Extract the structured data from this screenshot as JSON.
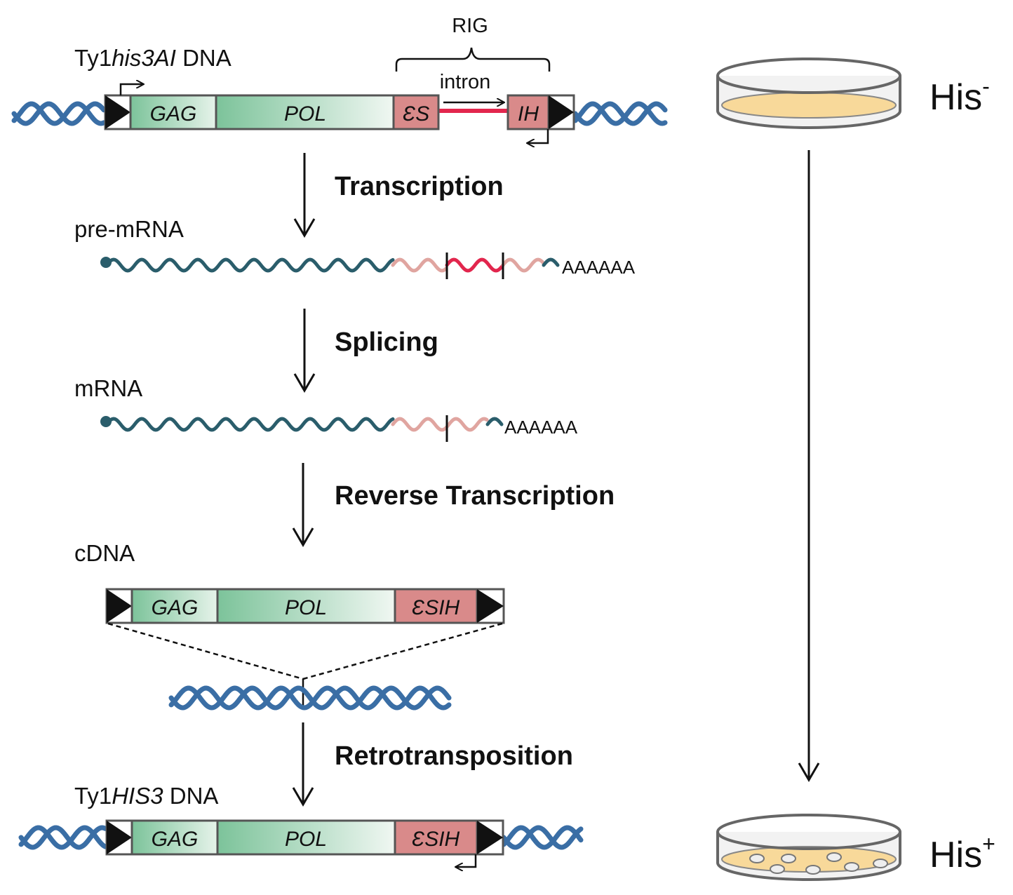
{
  "labels": {
    "top_dna_prefix": "Ty1",
    "top_dna_italic": "his3AI",
    "top_dna_suffix": " DNA",
    "rig": "RIG",
    "intron": "intron",
    "pre_mrna": "pre-mRNA",
    "mrna": "mRNA",
    "cdna": "cDNA",
    "bottom_dna_prefix": "Ty1",
    "bottom_dna_italic": "HIS3",
    "bottom_dna_suffix": " DNA",
    "poly_a": "AAAAAA"
  },
  "steps": {
    "transcription": "Transcription",
    "splicing": "Splicing",
    "reverse_transcription": "Reverse Transcription",
    "retrotransposition": "Retrotransposition"
  },
  "genes": {
    "gag": "GAG",
    "pol": "POL",
    "s3_split": "ƐS",
    "ih_split": "IH",
    "his3_reversed": "ƐSIH"
  },
  "plates": {
    "top_label": "His",
    "top_sup": "-",
    "bottom_label": "His",
    "bottom_sup": "+"
  },
  "colors": {
    "dna_helix": "#3a6ea5",
    "rna_dark": "#2a5d6b",
    "rna_light": "#e0a5a0",
    "intron_red": "#e2264d",
    "his3_box": "#d98a8a",
    "gene_green_dark": "#7cc39a",
    "gene_green_light": "#edf6ef",
    "plate_media": "#f8d99a",
    "plate_edge": "#5a5a5a"
  }
}
